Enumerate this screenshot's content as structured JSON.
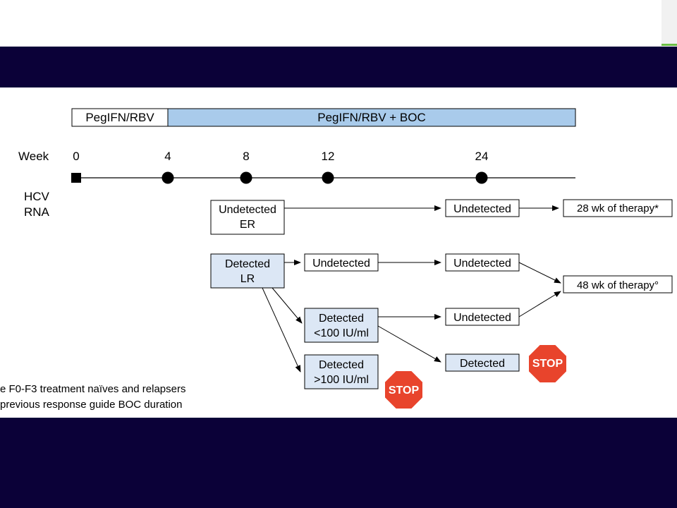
{
  "phases": {
    "lead_in": "PegIFN/RBV",
    "combined": "PegIFN/RBV + BOC"
  },
  "timeline": {
    "week_label": "Week",
    "weeks": [
      "0",
      "4",
      "8",
      "12",
      "24"
    ],
    "hcv_label_line1": "HCV",
    "hcv_label_line2": "RNA"
  },
  "boxes": {
    "er_line1": "Undetected",
    "er_line2": "ER",
    "er_wk24": "Undetected",
    "result_28": "28 wk of therapy*",
    "lr_line1": "Detected",
    "lr_line2": "LR",
    "lr_wk12_undetected": "Undetected",
    "lr_wk24_undetected_a": "Undetected",
    "result_48": "48 wk of therapy°",
    "lt100_line1": "Detected",
    "lt100_line2": "<100 IU/ml",
    "lt100_wk24_undetected": "Undetected",
    "lt100_wk24_detected": "Detected",
    "gt100_line1": "Detected",
    "gt100_line2": ">100 IU/ml"
  },
  "stop_signs": {
    "label": "STOP"
  },
  "footnotes": {
    "line1": "e F0-F3 treatment naïves and relapsers",
    "line2": "previous response guide BOC duration"
  },
  "colors": {
    "header": "#0b0138",
    "phase_fill": "#a9cbeb",
    "detected_fill": "#dce7f5",
    "stop_red": "#e8442c",
    "accent_green": "#6cbe45"
  }
}
